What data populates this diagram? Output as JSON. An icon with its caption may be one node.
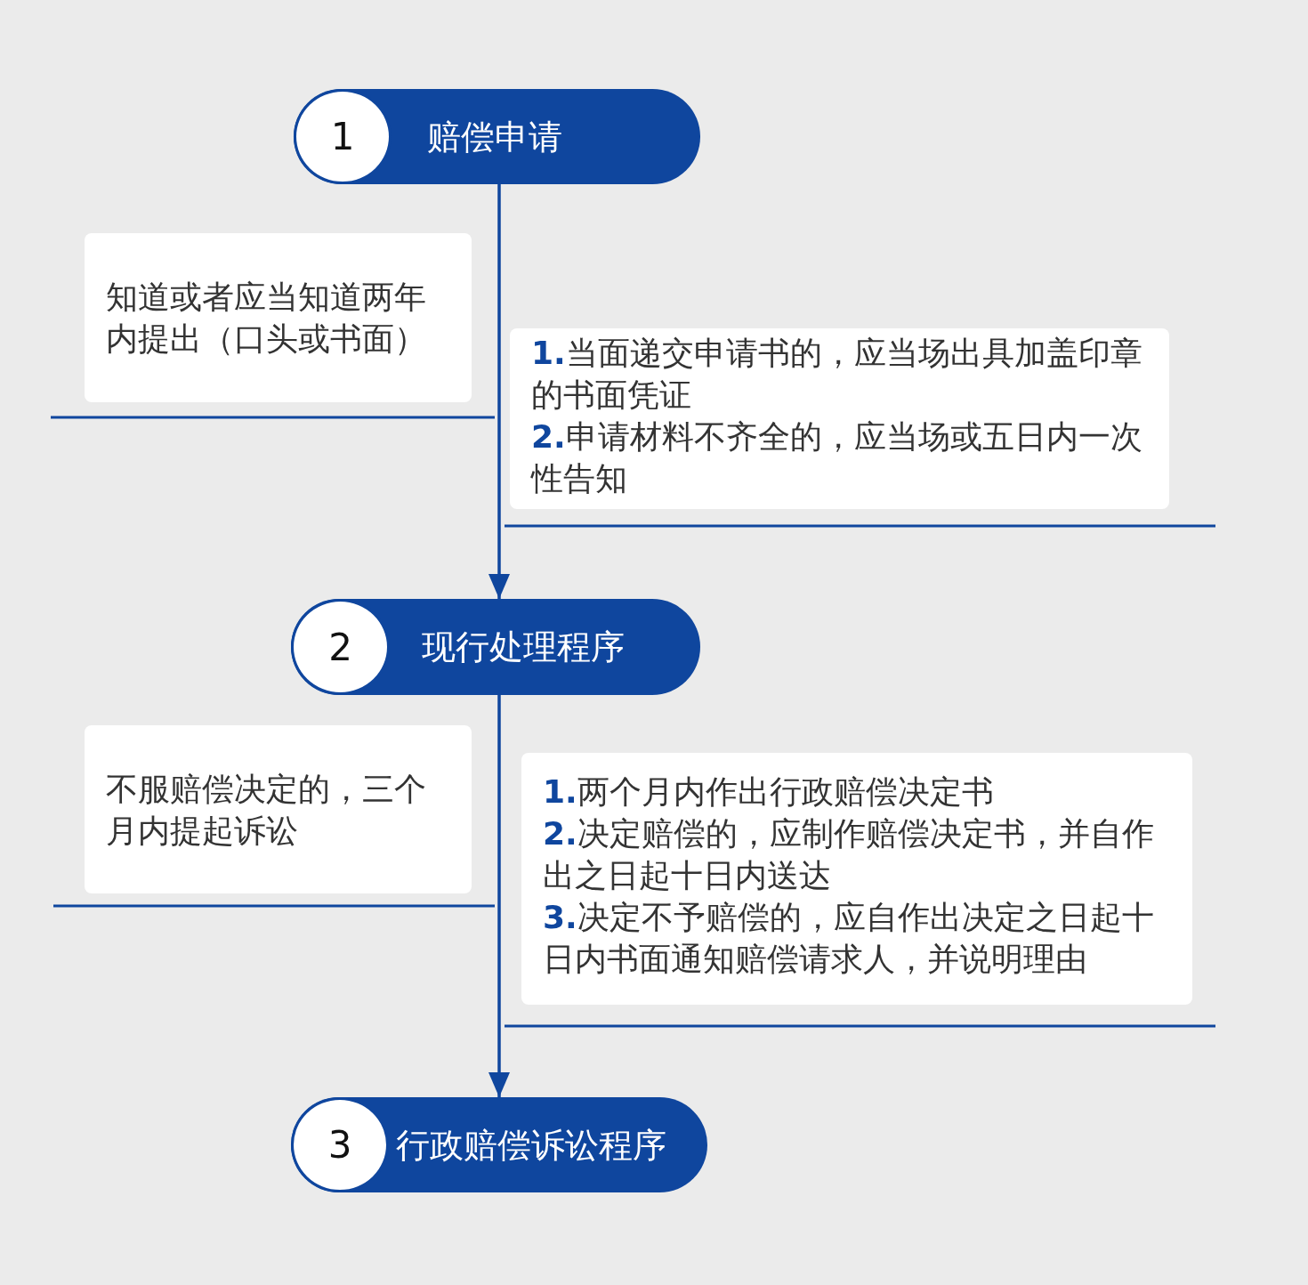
{
  "diagram": {
    "nodes": [
      {
        "text": [
          "1",
          "赔偿申请"
        ]
      },
      {
        "text": [
          "知道或者应当知道两年内提出（口头或书面）"
        ]
      },
      {
        "text": [
          "**1.**当面递交申请书的，应当场出具加盖印章的书面凭证",
          "**2.**申请材料不齐全的，应当场或五日内一次性告知"
        ]
      },
      {
        "text": [
          "2",
          "现行处理程序"
        ]
      },
      {
        "text": [
          "不服赔偿决定的，三个月内提起诉讼"
        ]
      },
      {
        "text": [
          "**1.**两个月内作出行政赔偿决定书",
          "**2.**决定赔偿的，应制作赔偿决定书，并自作出之日起十日内送达",
          "**3.**决定不予赔偿的，应自作出决定之日起十日内书面通知赔偿请求人，并说明理由"
        ]
      },
      {
        "text": [
          "3",
          "行政赔偿诉讼程序"
        ]
      }
    ],
    "edges": [
      {
        "from": 0,
        "to": 3,
        "arrow": "to"
      },
      {
        "from": 3,
        "to": 6,
        "arrow": "to"
      }
    ]
  }
}
